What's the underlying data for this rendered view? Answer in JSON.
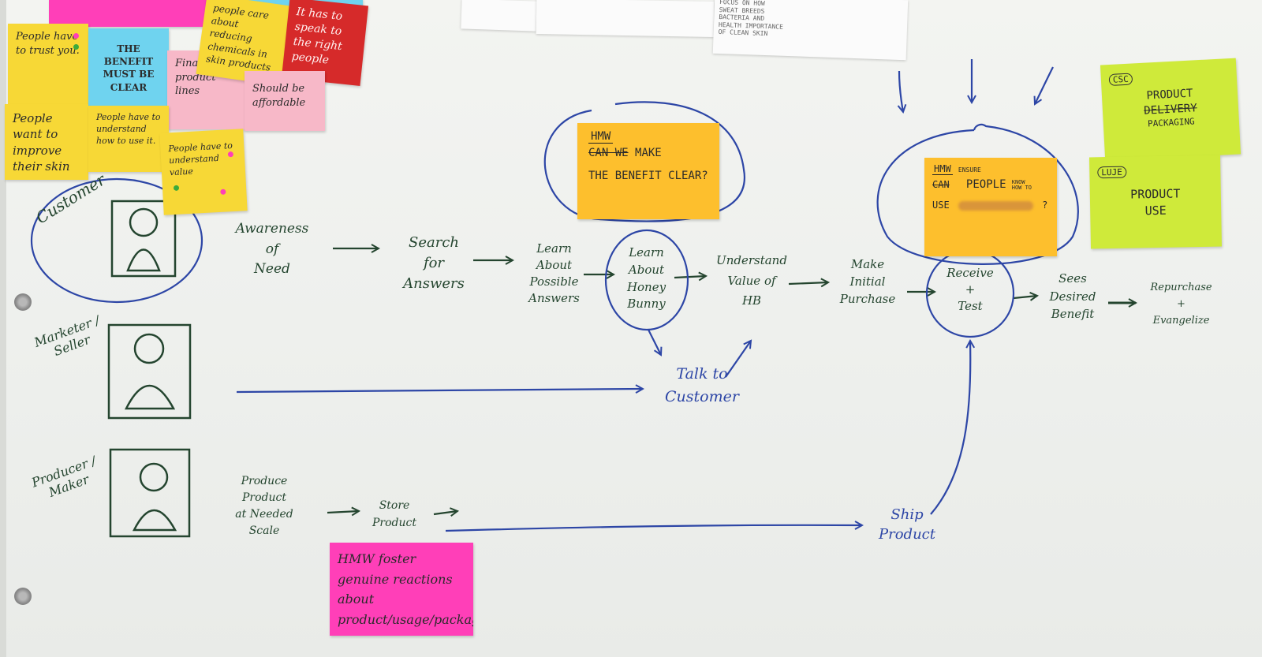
{
  "colors": {
    "board": "#eef0ed",
    "green_ink": "#24452f",
    "blue_ink": "#2d46a6",
    "yellow_note": "#f7d836",
    "orange_note": "#fdbf2d",
    "pink_note": "#ff3fb8",
    "light_pink_note": "#f7b8c8",
    "cyan_note": "#6fd3ef",
    "red_note": "#d62a2a",
    "lime_note": "#cfea3a"
  },
  "sticky_notes": {
    "people_have_to_trust": "People have to trust you.",
    "benefit_clear": "THE BENEFIT MUST BE CLEAR",
    "finalize_product": "Finalize product lines",
    "people_care": "people care about reducing chemicals in skin products",
    "speak_right_people": "It has to speak to the right people",
    "improve_skin": "People want to improve their skin",
    "understand_how": "People have to understand how to use it.",
    "affordable": "Should be affordable",
    "understand_value": "People have to understand value"
  },
  "actors": {
    "customer": "Customer",
    "marketer": "Marketer / Seller",
    "producer": "Producer / Maker"
  },
  "customer_flow": {
    "awareness": "Awareness\nof\nNeed",
    "search": "Search\nfor\nAnswers",
    "learn_possible": "Learn\nAbout\nPossible\nAnswers",
    "learn_hb": "Learn\nAbout\nHoney\nBunny",
    "understand_value": "Understand\nValue of\nHB",
    "initial_purchase": "Make\nInitial\nPurchase",
    "receive_test": "Receive\n+\nTest",
    "sees_benefit": "Sees\nDesired\nBenefit",
    "repurchase": "Repurchase\n+\nEvangelize"
  },
  "marketer_flow": {
    "talk_customer": "Talk to\nCustomer"
  },
  "producer_flow": {
    "produce": "Produce\nProduct\nat Needed\nScale",
    "store": "Store\nProduct",
    "ship": "Ship\nProduct"
  },
  "hmw_notes": {
    "benefit": {
      "tag": "HMW",
      "struck": "CAN WE",
      "line1": "MAKE",
      "line2": "THE BENEFIT CLEAR?"
    },
    "ensure": {
      "tag": "HMW",
      "above": "ENSURE",
      "struck": "CAN",
      "line1": "PEOPLE",
      "small": "KNOW HOW TO",
      "line2": "USE",
      "end": "?"
    },
    "genuine": "HMW foster genuine reactions about product/usage/packaging"
  },
  "lime_notes": {
    "packaging": {
      "badge": "CSC",
      "line1": "PRODUCT",
      "struck": "DELIVERY",
      "line2": "PACKAGING"
    },
    "use": {
      "badge": "LUJE",
      "text": "PRODUCT\nUSE"
    }
  },
  "papers": {
    "paper_right": "FOCUS ON HOW\nSWEAT BREEDS\nBACTERIA AND\nHEALTH IMPORTANCE\nOF CLEAN SKIN"
  }
}
